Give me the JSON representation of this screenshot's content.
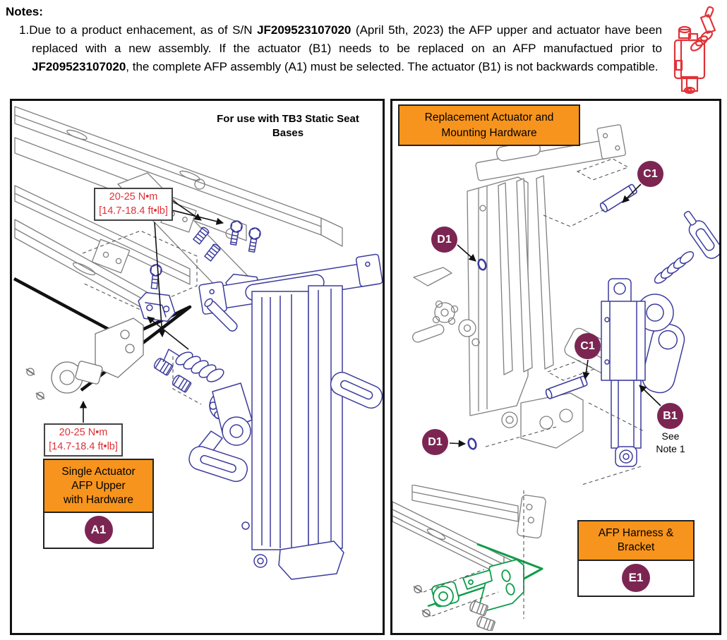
{
  "notes": {
    "heading": "Notes:",
    "item_number": "1.",
    "segments": [
      {
        "text": "Due to a product enhacement, as of S/N ",
        "bold": false
      },
      {
        "text": "JF209523107020",
        "bold": true
      },
      {
        "text": " (April 5th, 2023) the AFP upper and actuator have been replaced with a new assembly. If the actuator (B1) needs to be replaced on an AFP manufactued prior to ",
        "bold": false
      },
      {
        "text": "JF209523107020",
        "bold": true
      },
      {
        "text": ", the complete AFP assembly (A1) must be selected. The actuator (B1) is not backwards compatible.",
        "bold": false
      }
    ],
    "icon": "red-actuator-icon"
  },
  "left_panel": {
    "caption_lines": [
      "For use with TB3 Static Seat",
      "Bases"
    ],
    "torque_label": {
      "line1": "20-25 N•m",
      "line2": "[14.7-18.4 ft•lb]"
    },
    "item_label": {
      "title_lines": [
        "Single Actuator",
        "AFP Upper",
        "with Hardware"
      ],
      "badge": "A1"
    }
  },
  "right_top_panel": {
    "header_lines": [
      "Replacement Actuator and",
      "Mounting Hardware"
    ],
    "callouts": {
      "c1": "C1",
      "d1": "D1",
      "b1": "B1"
    },
    "b1_note_lines": [
      "See",
      "Note 1"
    ]
  },
  "right_bottom_panel": {
    "item_label": {
      "title_lines": [
        "AFP Harness &",
        "Bracket"
      ],
      "badge": "E1"
    }
  },
  "colors": {
    "label_orange": "#F7941D",
    "badge_plum": "#7C2552",
    "drawing_blue": "#3C3C9E",
    "drawing_grey": "#7F7F7F",
    "harness_green": "#0E9C49",
    "torque_red": "#E03238"
  }
}
